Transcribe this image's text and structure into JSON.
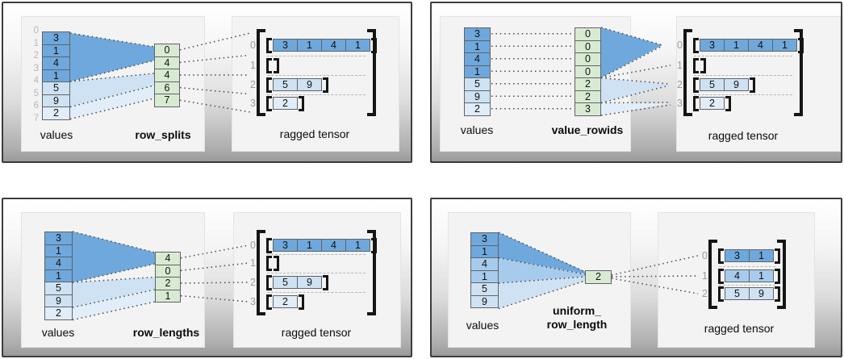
{
  "palette": {
    "dark_blue": "#6fa8dc",
    "medium_blue": "#a7cbec",
    "light_blue": "#cfe2f3",
    "extra_light_blue": "#e1edf9",
    "green": "#d9ead3"
  },
  "cards": [
    {
      "id": "row-splits",
      "values_label": "values",
      "param_label": "row_splits",
      "tensor_label": "ragged tensor",
      "values": {
        "cells": [
          "3",
          "1",
          "4",
          "1",
          "5",
          "9",
          "2"
        ],
        "shades": [
          "dark",
          "dark",
          "dark",
          "dark",
          "light",
          "light",
          "xlight"
        ],
        "boundary_indices": [
          "0",
          "1",
          "2",
          "3",
          "4",
          "5",
          "6",
          "7"
        ]
      },
      "param": {
        "cells": [
          "0",
          "4",
          "4",
          "6",
          "7"
        ]
      },
      "tensor": {
        "rows": [
          {
            "index": "0",
            "cells": [
              "3",
              "1",
              "4",
              "1"
            ],
            "shade": "dark"
          },
          {
            "index": "1",
            "cells": [],
            "shade": "light"
          },
          {
            "index": "2",
            "cells": [
              "5",
              "9"
            ],
            "shade": "light"
          },
          {
            "index": "3",
            "cells": [
              "2"
            ],
            "shade": "xlight"
          }
        ]
      }
    },
    {
      "id": "value-rowids",
      "values_label": "values",
      "param_label": "value_rowids",
      "tensor_label": "ragged tensor",
      "values": {
        "cells": [
          "3",
          "1",
          "4",
          "1",
          "5",
          "9",
          "2"
        ],
        "shades": [
          "dark",
          "dark",
          "dark",
          "dark",
          "light",
          "light",
          "xlight"
        ]
      },
      "param": {
        "cells": [
          "0",
          "0",
          "0",
          "0",
          "2",
          "2",
          "3"
        ]
      },
      "tensor": {
        "rows": [
          {
            "index": "0",
            "cells": [
              "3",
              "1",
              "4",
              "1"
            ],
            "shade": "dark"
          },
          {
            "index": "1",
            "cells": [],
            "shade": "light"
          },
          {
            "index": "2",
            "cells": [
              "5",
              "9"
            ],
            "shade": "light"
          },
          {
            "index": "3",
            "cells": [
              "2"
            ],
            "shade": "xlight"
          }
        ]
      }
    },
    {
      "id": "row-lengths",
      "values_label": "values",
      "param_label": "row_lengths",
      "tensor_label": "ragged tensor",
      "values": {
        "cells": [
          "3",
          "1",
          "4",
          "1",
          "5",
          "9",
          "2"
        ],
        "shades": [
          "dark",
          "dark",
          "dark",
          "dark",
          "light",
          "light",
          "xlight"
        ]
      },
      "param": {
        "cells": [
          "4",
          "0",
          "2",
          "1"
        ]
      },
      "tensor": {
        "rows": [
          {
            "index": "0",
            "cells": [
              "3",
              "1",
              "4",
              "1"
            ],
            "shade": "dark"
          },
          {
            "index": "1",
            "cells": [],
            "shade": "light"
          },
          {
            "index": "2",
            "cells": [
              "5",
              "9"
            ],
            "shade": "light"
          },
          {
            "index": "3",
            "cells": [
              "2"
            ],
            "shade": "xlight"
          }
        ]
      }
    },
    {
      "id": "uniform-row-length",
      "values_label": "values",
      "param_label_line1": "uniform_",
      "param_label_line2": "row_length",
      "tensor_label": "ragged tensor",
      "values": {
        "cells": [
          "3",
          "1",
          "4",
          "1",
          "5",
          "9"
        ],
        "shades": [
          "dark",
          "dark",
          "medium",
          "medium",
          "light",
          "light"
        ]
      },
      "param": {
        "cells": [
          "2"
        ]
      },
      "tensor": {
        "rows": [
          {
            "index": "0",
            "cells": [
              "3",
              "1"
            ],
            "shade": "dark"
          },
          {
            "index": "1",
            "cells": [
              "4",
              "1"
            ],
            "shade": "medium"
          },
          {
            "index": "2",
            "cells": [
              "5",
              "9"
            ],
            "shade": "light"
          }
        ]
      }
    }
  ]
}
